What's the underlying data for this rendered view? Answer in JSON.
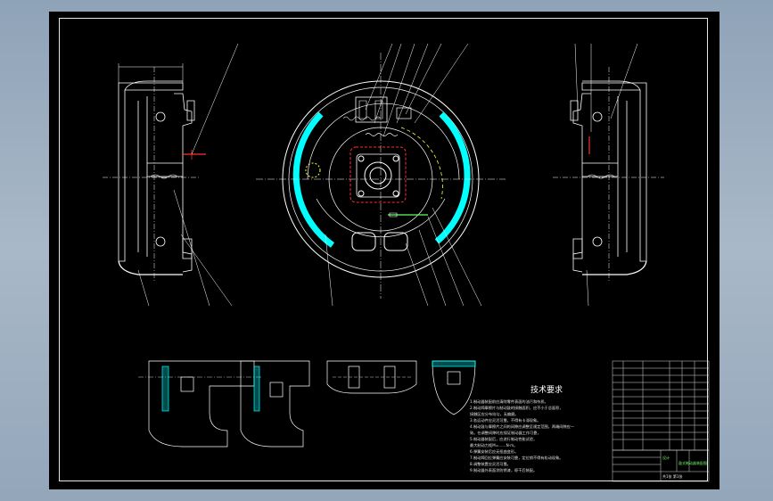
{
  "drawing": {
    "notes_title": "技术要求",
    "notes": [
      "1.制动器装配前应清除零件表面的油污和杂质。",
      "2.制动蹄摩擦片与制动鼓的接触面积，应不小于总面积，",
      "   接触区应分布均匀，无偏磨。",
      "3.各运动件应灵活可靠，不得有卡滞现象。",
      "4.制动鼓与摩擦片之间的间隙应调整至规定范围，两端间隙应一",
      "   致。在调整间隙时应保证制动器工作可靠，",
      "5.制动器装配后，应进行制动性能试验，",
      "   最大制动力矩M=……N·m。",
      "6.弹簧安装后应无扭曲变形。",
      "7.制动蹄回位弹簧应安装可靠，定位销不得有松动现象。",
      "8.调整装置应灵活可靠。",
      "9.制动器外表面涂防锈漆，晾干后装配。"
    ],
    "title_block": {
      "drawing_name": "鼓式制动器装配图",
      "school": "设计",
      "sheet": "共1张 第1张"
    }
  },
  "colors": {
    "lining": "#00ffff",
    "outline": "#ffffff",
    "leader": "#ffffff",
    "hidden_red": "#ff3030",
    "yellow": "#ffff40",
    "green": "#60ff60"
  }
}
